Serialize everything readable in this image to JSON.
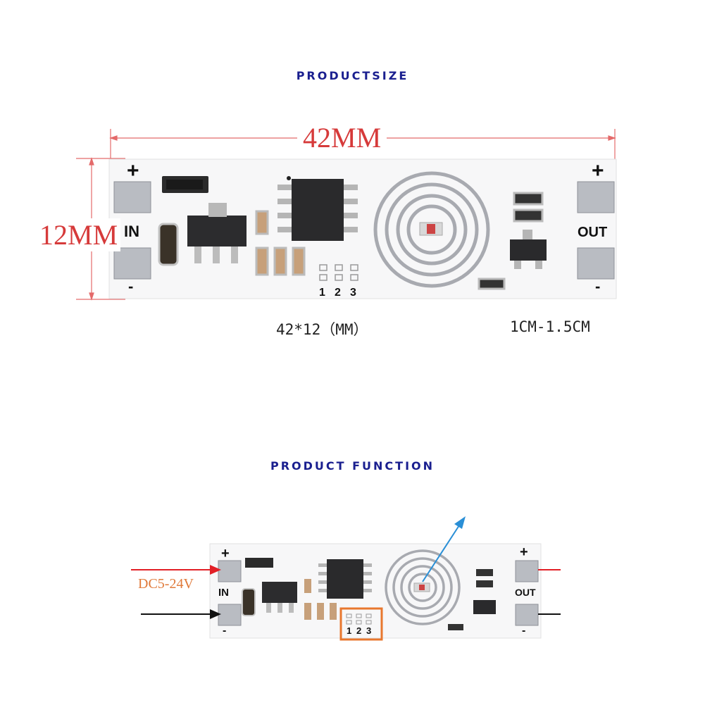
{
  "section_size": {
    "title": "PRODUCTSIZE",
    "width_label": "42MM",
    "height_label": "12MM",
    "caption_left": "42*12（MM）",
    "caption_right": "1CM-1.5CM",
    "board": {
      "plus_left": "+",
      "plus_right": "+",
      "minus_left": "-",
      "minus_right": "-",
      "in_label": "IN",
      "out_label": "OUT",
      "pins": [
        "1",
        "2",
        "3"
      ]
    }
  },
  "section_function": {
    "title": "PRODUCT FUNCTION",
    "voltage_label": "DC5-24V",
    "board": {
      "plus_left": "+",
      "plus_right": "+",
      "minus_left": "-",
      "minus_right": "-",
      "in_label": "IN",
      "out_label": "OUT",
      "pins": [
        "1",
        "2",
        "3"
      ]
    }
  },
  "colors": {
    "title": "#1a1f8f",
    "dimension": "#d63a3a",
    "voltage": "#e07a3a",
    "arrow_red": "#e21f26",
    "arrow_blue": "#2a8fd6",
    "highlight_box": "#e8772e"
  }
}
